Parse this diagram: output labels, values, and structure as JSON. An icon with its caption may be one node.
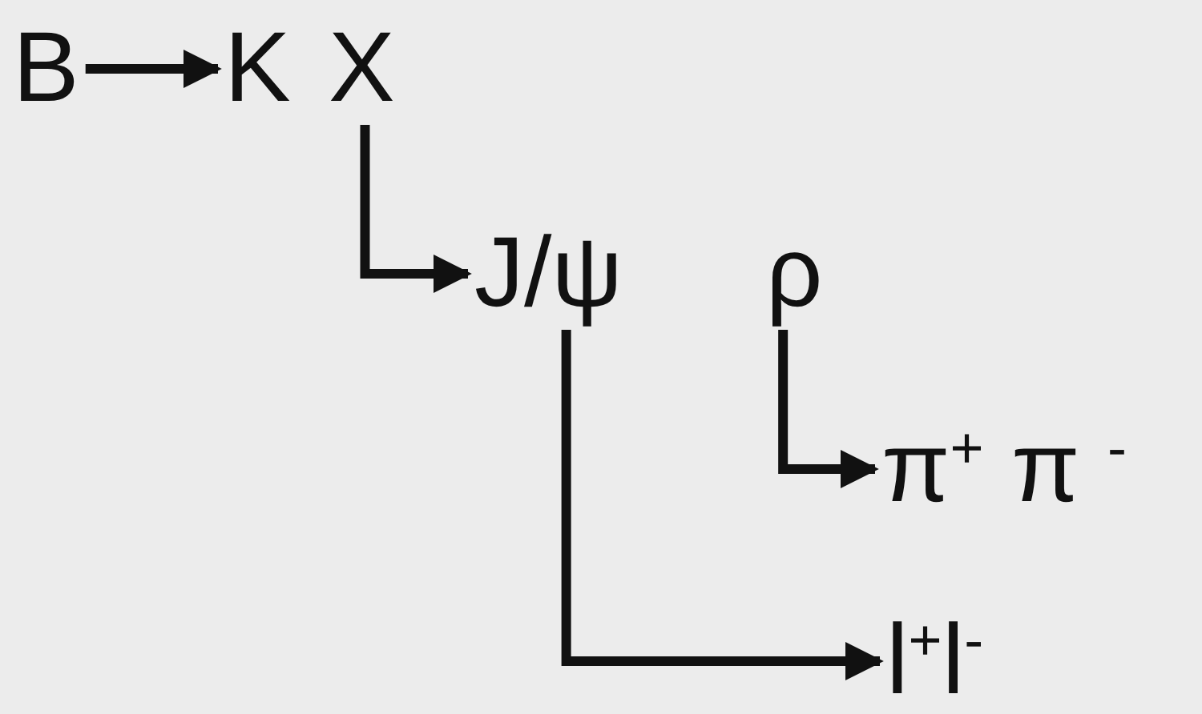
{
  "diagram": {
    "nodes": [
      {
        "text": [
          "B"
        ]
      },
      {
        "text": [
          "K"
        ]
      },
      {
        "text": [
          "X"
        ]
      },
      {
        "text": [
          "J/ψ"
        ]
      },
      {
        "text": [
          "ρ"
        ]
      },
      {
        "text": [
          "π$^{+}$ π $^{-}$"
        ]
      },
      {
        "text": [
          "l$^{+}$l$^{-}$"
        ]
      }
    ],
    "edges": [
      {
        "from": 0,
        "to": 1,
        "arrow": "to"
      },
      {
        "from": 2,
        "to": 3,
        "arrow": "to"
      },
      {
        "from": 4,
        "to": 5,
        "arrow": "to"
      },
      {
        "from": 3,
        "to": 6,
        "arrow": "to"
      }
    ]
  }
}
